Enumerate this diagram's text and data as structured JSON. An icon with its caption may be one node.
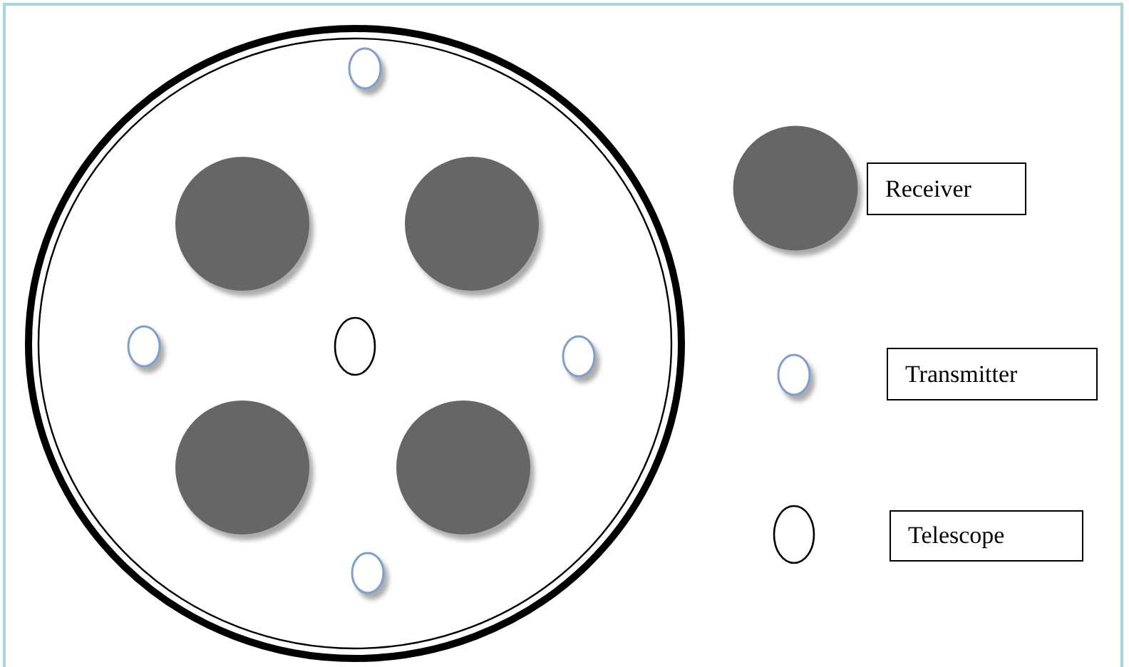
{
  "diagram": {
    "legend": [
      {
        "text": "Receiver"
      },
      {
        "text": "Transmitter"
      },
      {
        "text": "Telescope"
      }
    ]
  }
}
